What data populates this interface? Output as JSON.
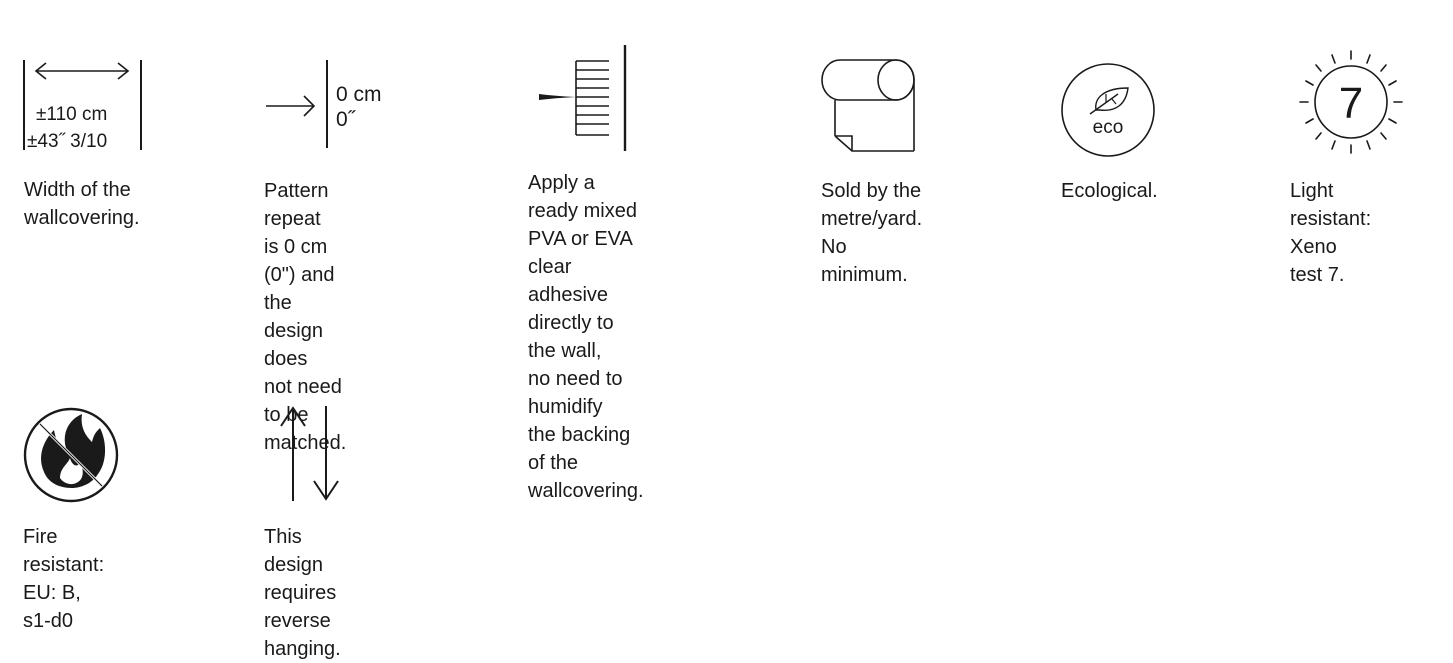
{
  "colors": {
    "ink": "#1a1a1a",
    "background": "#ffffff"
  },
  "items": [
    {
      "icon": "width-arrow-icon",
      "icon_text": [
        "±110 cm",
        "±43˝ 3/10"
      ],
      "description": "Width of the\nwallcovering."
    },
    {
      "icon": "pattern-repeat-icon",
      "icon_text": [
        "0 cm",
        "0˝"
      ],
      "description": "Pattern repeat\nis 0 cm (0\") and\nthe design does\nnot need to be\nmatched."
    },
    {
      "icon": "paste-the-wall-icon",
      "description": "Apply a ready mixed\nPVA or EVA clear\nadhesive directly to\nthe wall,\nno need to humidify\nthe backing of the\nwallcovering."
    },
    {
      "icon": "roll-icon",
      "description": "Sold by the\nmetre/yard.\nNo minimum."
    },
    {
      "icon": "eco-leaf-icon",
      "icon_text": [
        "eco"
      ],
      "description": "Ecological."
    },
    {
      "icon": "sun-light-icon",
      "icon_text": [
        "7"
      ],
      "description": "Light resistant:\nXeno test 7."
    },
    {
      "icon": "fire-resistant-icon",
      "description": "Fire resistant:\nEU: B, s1-d0"
    },
    {
      "icon": "reverse-hanging-icon",
      "description": "This design\nrequires reverse\nhanging."
    }
  ]
}
